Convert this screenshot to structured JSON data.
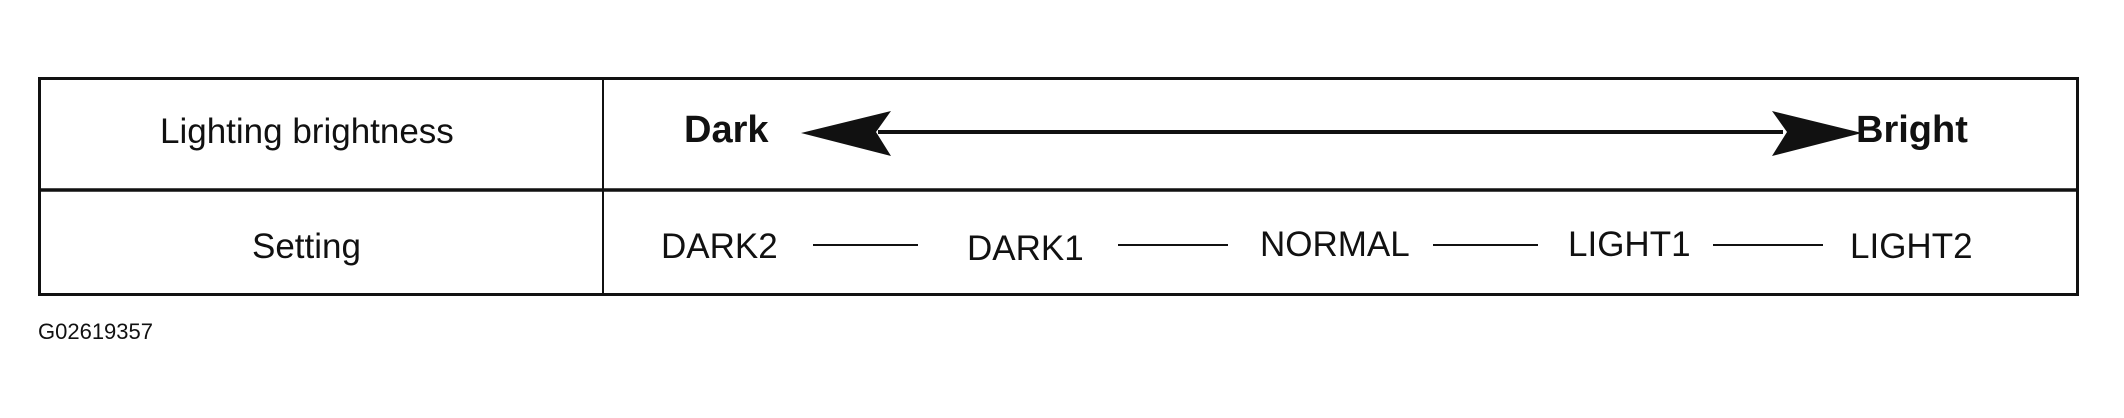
{
  "table": {
    "row1_label": "Lighting brightness",
    "row2_label": "Setting",
    "dark_label": "Dark",
    "bright_label": "Bright",
    "settings": [
      "DARK2",
      "DARK1",
      "NORMAL",
      "LIGHT1",
      "LIGHT2"
    ]
  },
  "figure_id": "G02619357"
}
